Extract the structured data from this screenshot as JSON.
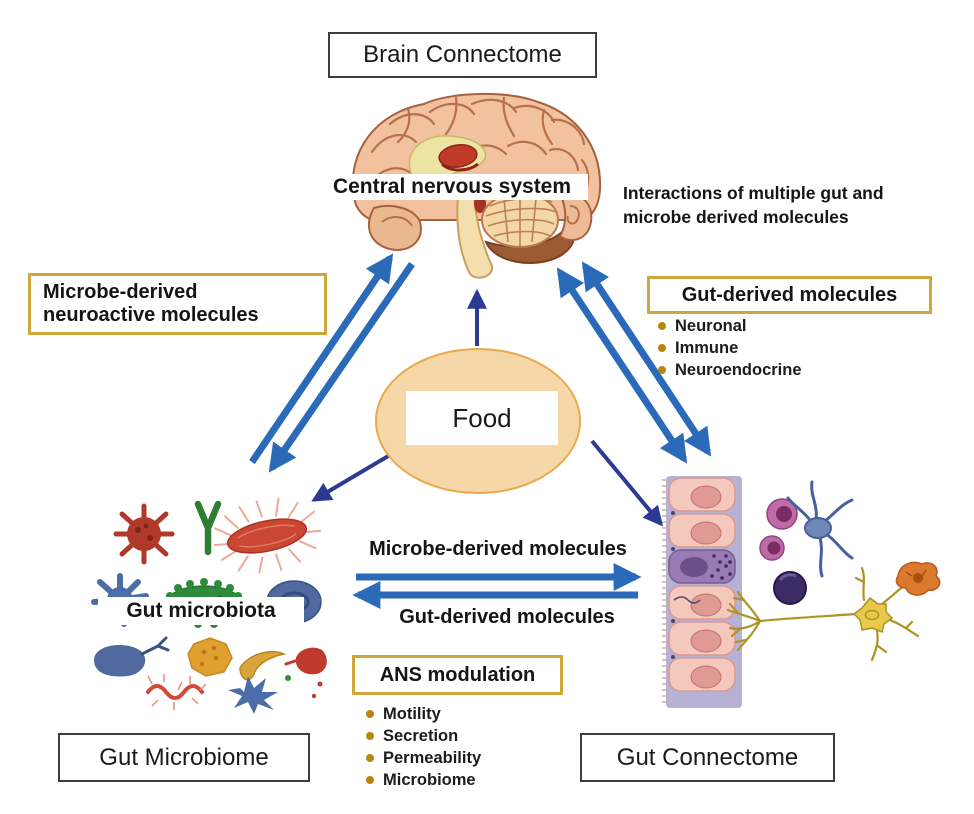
{
  "nodes": {
    "brain_connectome": "Brain Connectome",
    "gut_microbiome": "Gut Microbiome",
    "gut_connectome": "Gut Connectome",
    "central_nervous_system": "Central nervous system",
    "gut_microbiota": "Gut microbiota",
    "food": "Food"
  },
  "annotations": {
    "interactions_note": "Interactions of multiple gut and microbe derived molecules",
    "microbe_neuroactive": "Microbe-derived neuroactive molecules",
    "gut_derived_header": "Gut-derived molecules",
    "gut_derived_bullets": [
      "Neuronal",
      "Immune",
      "Neuroendocrine"
    ],
    "microbe_to_gut_arrow": "Microbe-derived molecules",
    "gut_to_microbe_arrow": "Gut-derived molecules",
    "ans_header": "ANS modulation",
    "ans_bullets": [
      "Motility",
      "Secretion",
      "Permeability",
      "Microbiome"
    ]
  },
  "colors": {
    "arrow_blue": "#2a6ab9",
    "arrow_navy": "#2c3a94",
    "gold_border": "#d0a73a",
    "bullet_gold": "#b8860b",
    "food_fill": "#f6d8a8",
    "food_stroke": "#e9a94c",
    "box_border": "#3d3d3d"
  }
}
